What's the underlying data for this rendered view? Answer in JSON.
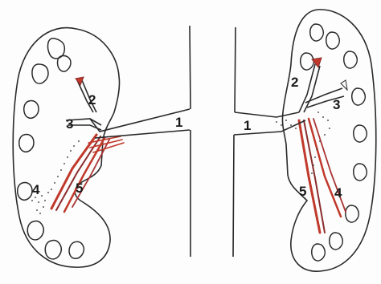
{
  "diagram": {
    "left_kidney": {
      "labels": [
        "1",
        "2",
        "3",
        "4",
        "5"
      ]
    },
    "right_kidney": {
      "labels": [
        "1",
        "2",
        "3",
        "4",
        "5"
      ]
    },
    "colors": {
      "outline": "#2a2a2a",
      "vessel_red": "#c0392b",
      "vessel_dark": "#8b2c2c",
      "background": "#fdfdfd"
    }
  }
}
